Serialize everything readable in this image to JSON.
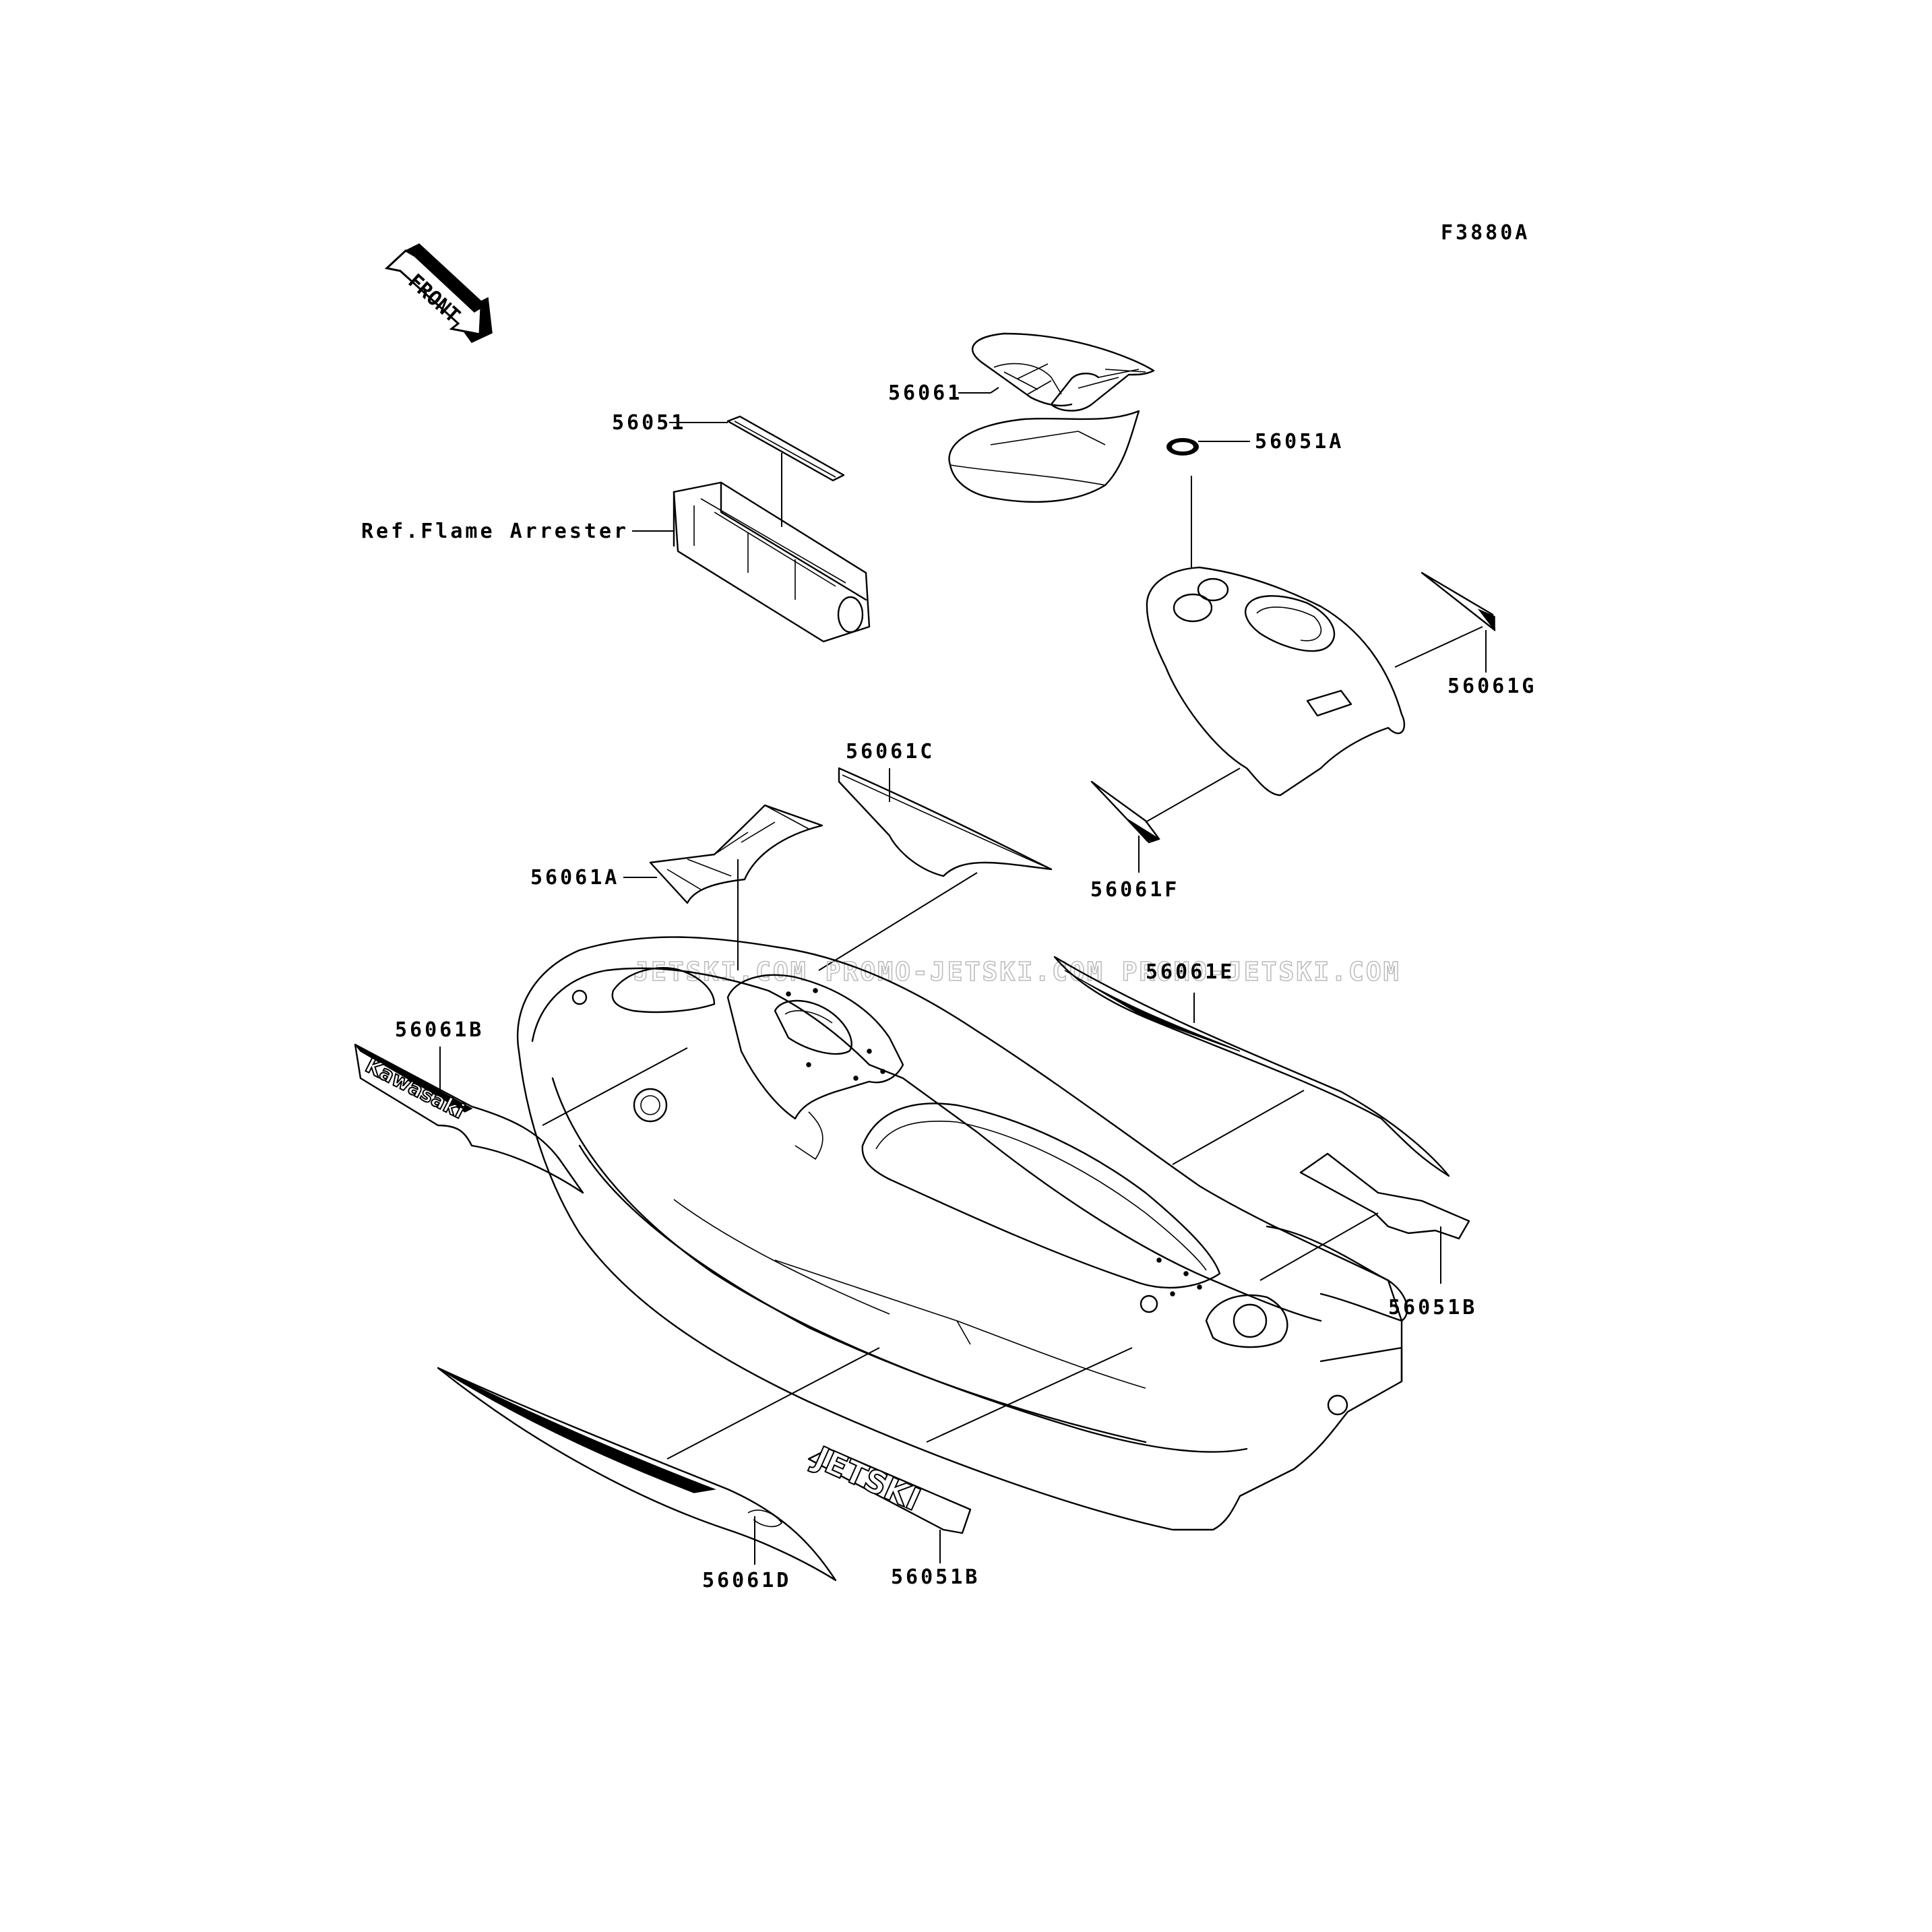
{
  "diagram_code": "F3880A",
  "front_arrow_text": "FRONT",
  "callouts": {
    "p56061": "56061",
    "p56051": "56051",
    "p56051A": "56051A",
    "ref_flame_arrester": "Ref.Flame Arrester",
    "p56061G": "56061G",
    "p56061C": "56061C",
    "p56061A": "56061A",
    "p56061F": "56061F",
    "p56061E": "56061E",
    "p56061B": "56061B",
    "p56051B_right": "56051B",
    "p56051B_bottom": "56051B",
    "p56061D": "56061D"
  },
  "decal_logos": {
    "kawasaki": "Kawasaki",
    "jetski": "JETSKI"
  },
  "watermark": "JETSKI.COM  PROMO-JETSKI.COM  PROMO-JETSKI.COM"
}
